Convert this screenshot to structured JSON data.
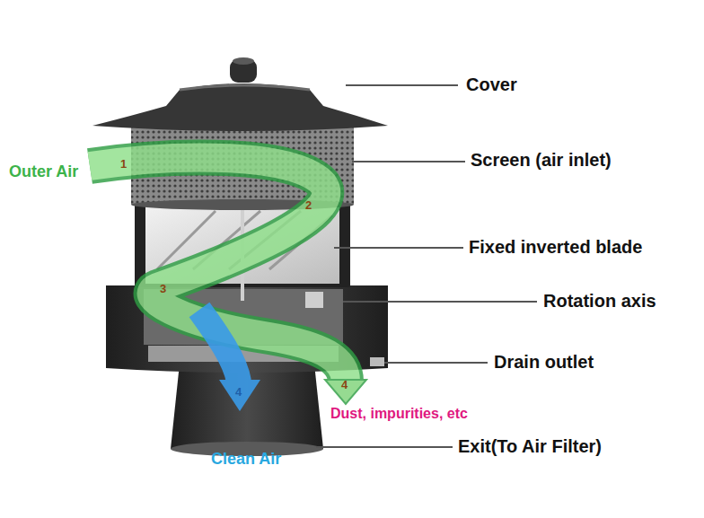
{
  "diagram": {
    "labels": [
      "Cover",
      "Screen (air inlet)",
      "Fixed inverted blade",
      "Rotation axis",
      "Drain outlet",
      "Exit(To Air Filter)",
      "Outer Air",
      "Dust, impurities, etc",
      "Clean Air",
      "1",
      "2",
      "3",
      "4",
      "4"
    ]
  }
}
